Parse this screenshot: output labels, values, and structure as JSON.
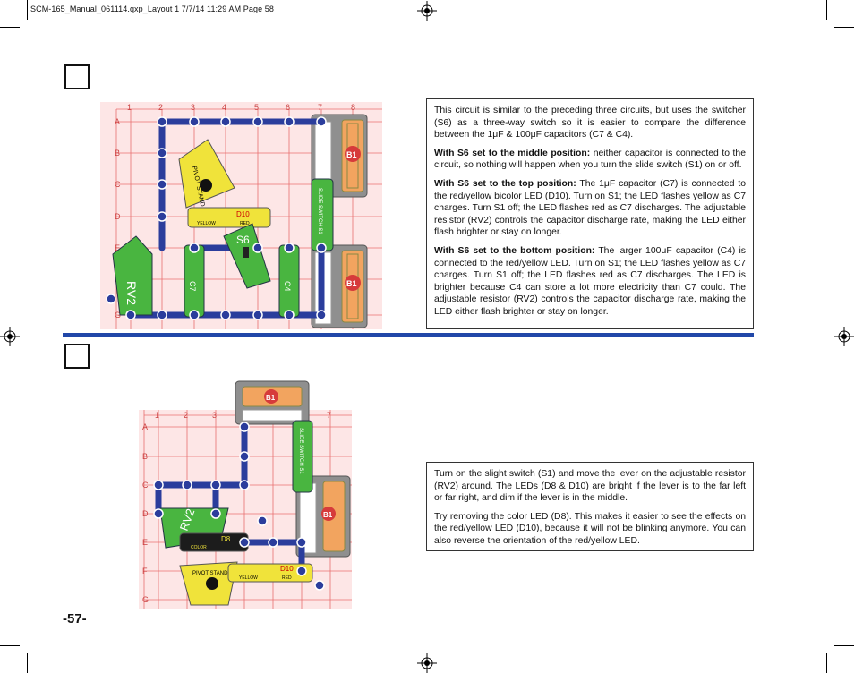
{
  "header": {
    "slug": "SCM-165_Manual_061114.qxp_Layout 1  7/7/14  11:29 AM  Page 58"
  },
  "page_number": "-57-",
  "project_a": {
    "para1": "This circuit is similar to the preceding three circuits, but uses the switcher (S6) as a three-way switch so it is easier to compare the difference between the 1μF & 100μF capacitors (C7 & C4).",
    "mid_label": "With S6 set to the middle position:",
    "mid_text": " neither capacitor is connected to the circuit, so nothing will happen when you turn the slide switch (S1) on or off.",
    "top_label": "With S6 set to the top position:",
    "top_text": " The 1μF capacitor (C7) is connected to the red/yellow bicolor LED (D10). Turn on S1; the LED flashes yellow as C7 charges. Turn S1 off; the LED flashes red as C7 discharges. The adjustable resistor (RV2) controls the capacitor discharge rate, making the LED either flash brighter or stay on longer.",
    "bottom_label": "With S6 set to the bottom position:",
    "bottom_text": " The larger 100μF capacitor (C4) is connected to the red/yellow LED. Turn on S1; the LED flashes yellow as C7 charges. Turn S1 off; the LED flashes red as C7 discharges. The LED is brighter because C4 can store a lot more electricity than C7 could. The adjustable resistor (RV2) controls the capacitor discharge rate, making the LED either flash brighter or stay on longer."
  },
  "project_b": {
    "para1": "Turn on the slight switch (S1) and move the lever on the adjustable resistor (RV2) around. The LEDs (D8 & D10) are bright if the lever is to the far left or far right, and dim if the lever is in the middle.",
    "para2": "Try removing the color LED (D8). This makes it easier to see the effects on the red/yellow LED (D10), because it will not be blinking anymore. You can also reverse the orientation of the red/yellow LED."
  },
  "grid_a": {
    "cols": [
      "1",
      "2",
      "3",
      "4",
      "5",
      "6",
      "7",
      "8"
    ],
    "rows": [
      "A",
      "B",
      "C",
      "D",
      "E",
      "F",
      "G"
    ]
  },
  "grid_b": {
    "cols": [
      "1",
      "2",
      "3",
      "7"
    ],
    "rows": [
      "A",
      "B",
      "C",
      "D",
      "E",
      "F",
      "G"
    ]
  },
  "parts_a": {
    "battery1": "B1",
    "battery2": "B1",
    "led": "D10",
    "switcher": "S6",
    "resistor": "RV2",
    "pivot": "PIVOT STAND",
    "switch": "SLIDE SWITCH S1",
    "yellow": "YELLOW",
    "red": "RED",
    "c7": "C7",
    "c4": "C4"
  },
  "parts_b": {
    "battery_top": "B1",
    "battery_right": "B1",
    "led_color": "D8",
    "led_ry": "D10",
    "resistor": "RV2",
    "pivot": "PIVOT STAND",
    "switch": "SLIDE SWITCH S1",
    "color": "COLOR",
    "yellow": "YELLOW",
    "red": "RED"
  },
  "colors": {
    "grid_line": "#e87070",
    "board_bg": "#fde6e6",
    "wire_blue": "#2b3d9c",
    "part_green": "#49b540",
    "part_yellow": "#f0e33a",
    "battery_orange": "#f2a45f",
    "rule_blue": "#2147a8"
  }
}
